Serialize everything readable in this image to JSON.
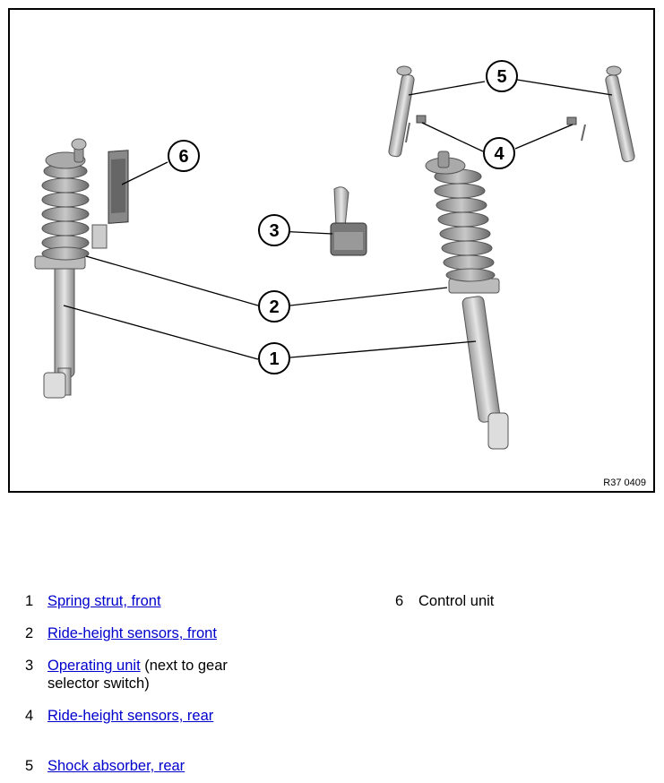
{
  "figure": {
    "code": "R37 0409",
    "callouts": [
      "1",
      "2",
      "3",
      "4",
      "5",
      "6"
    ]
  },
  "legend": [
    {
      "num": "1",
      "link": "Spring strut, front",
      "rest": ""
    },
    {
      "num": "2",
      "link": "Ride-height sensors, front",
      "rest": ""
    },
    {
      "num": "3",
      "link": "Operating unit",
      "rest": " (next to gear",
      "rest2": "selector switch)"
    },
    {
      "num": "4",
      "link": "Ride-height sensors, rear",
      "rest": ""
    },
    {
      "num": "5",
      "link": "Shock absorber, rear",
      "rest": ""
    },
    {
      "num": "6",
      "text": "Control unit"
    }
  ]
}
